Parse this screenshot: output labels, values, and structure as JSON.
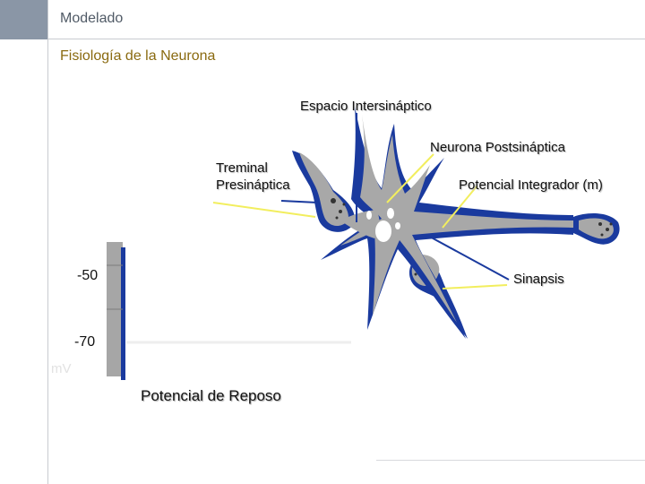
{
  "header": {
    "title": "Modelado"
  },
  "slide": {
    "subtitle": "Fisiología de la Neurona"
  },
  "diagram": {
    "labels": {
      "synaptic_cleft": "Espacio Intersináptico",
      "postsynaptic_neuron": "Neurona Postsináptica",
      "presynaptic_terminal_line1": "Treminal",
      "presynaptic_terminal_line2": "Presináptica",
      "integrator_potential": "Potencial Integrador (m)",
      "synapse": "Sinapsis"
    },
    "colors": {
      "membrane": "#1a3a9e",
      "soma": "#a8a8a8",
      "leader_line": "#f2ee5e"
    }
  },
  "membrane_gauge": {
    "ticks": [
      "-50",
      "-70"
    ],
    "unit": "mV",
    "caption": "Potencial de Reposo",
    "colors": {
      "bar": "#a6a6a6",
      "edge": "#1a3a9e"
    }
  }
}
